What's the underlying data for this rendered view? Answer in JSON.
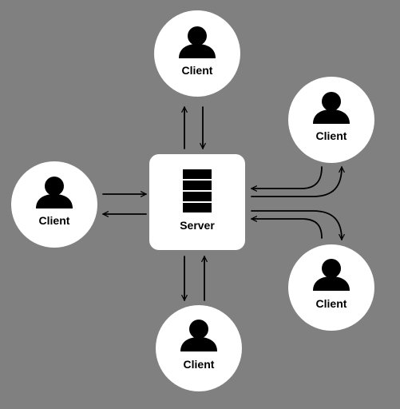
{
  "diagram": {
    "type": "client-server",
    "server": {
      "label": "Server",
      "icon": "server-rack-icon"
    },
    "clients": [
      {
        "label": "Client",
        "icon": "user-icon"
      },
      {
        "label": "Client",
        "icon": "user-icon"
      },
      {
        "label": "Client",
        "icon": "user-icon"
      },
      {
        "label": "Client",
        "icon": "user-icon"
      },
      {
        "label": "Client",
        "icon": "user-icon"
      }
    ],
    "connections": [
      {
        "from": "server",
        "to": "client-top",
        "bidirectional": true
      },
      {
        "from": "server",
        "to": "client-left",
        "bidirectional": true
      },
      {
        "from": "server",
        "to": "client-bottom",
        "bidirectional": true
      },
      {
        "from": "server",
        "to": "client-upper-right",
        "bidirectional": true
      },
      {
        "from": "server",
        "to": "client-lower-right",
        "bidirectional": true
      }
    ]
  },
  "colors": {
    "background": "#808080",
    "node_fill": "#ffffff",
    "icon": "#000000",
    "arrow": "#000000"
  }
}
